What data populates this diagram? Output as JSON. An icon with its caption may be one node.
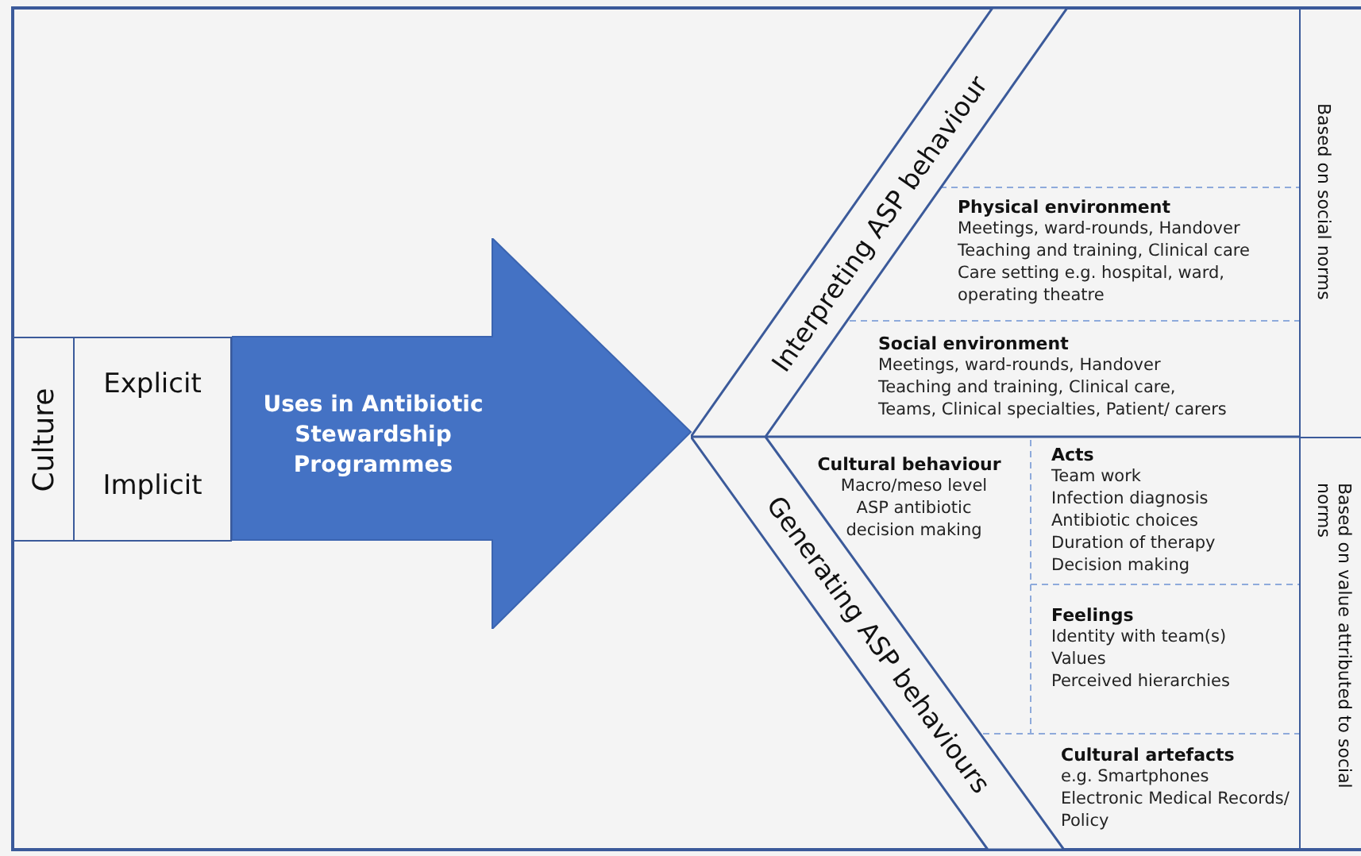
{
  "diagram": {
    "nodes": [
      {
        "text": [
          "Culture"
        ]
      },
      {
        "text": [
          "Explicit"
        ]
      },
      {
        "text": [
          "Implicit"
        ]
      },
      {
        "text": [
          "Uses in Antibiotic Stewardship Programmes"
        ]
      },
      {
        "text": [
          "Interpreting ASP behaviour"
        ]
      },
      {
        "text": [
          "Physical environment",
          "Meetings, ward-rounds, Handover",
          "Teaching and training, Clinical care",
          "Care setting e.g. hospital, ward, operating theatre"
        ]
      },
      {
        "text": [
          "Social environment",
          "Meetings, ward-rounds, Handover",
          "Teaching and training, Clinical care,",
          "Teams, Clinical specialties, Patient/ carers"
        ]
      },
      {
        "text": [
          "Generating ASP behaviours"
        ]
      },
      {
        "text": [
          "Cultural behaviour",
          "Macro/meso level ASP antibiotic decision making"
        ]
      },
      {
        "text": [
          "Acts",
          "Team work",
          "Infection diagnosis",
          "Antibiotic choices",
          "Duration of therapy",
          "Decision making"
        ]
      },
      {
        "text": [
          "Feelings",
          "Identity with team(s)",
          "Values",
          "Perceived hierarchies"
        ]
      },
      {
        "text": [
          "Cultural artefacts",
          "e.g. Smartphones",
          "Electronic Medical Records/ Policy"
        ]
      },
      {
        "text": [
          "Based on social norms"
        ]
      },
      {
        "text": [
          "Based on value attributed to social norms"
        ]
      }
    ]
  }
}
